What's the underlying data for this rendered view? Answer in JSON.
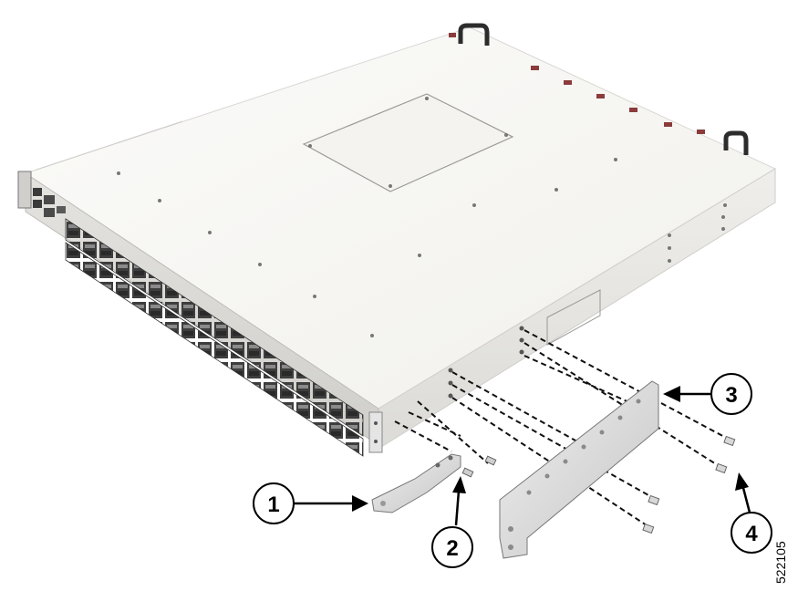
{
  "callouts": [
    {
      "label": "1",
      "part": "front-mount-bracket"
    },
    {
      "label": "2",
      "part": "front-bracket-screw"
    },
    {
      "label": "3",
      "part": "rear-mount-bracket"
    },
    {
      "label": "4",
      "part": "rear-bracket-screw"
    }
  ],
  "figure_id": "522105",
  "colors": {
    "chassis_top": "#f7f6f3",
    "chassis_side": "#e9e8e4",
    "port_dark": "#4a4a4a",
    "bracket": "#dcdcdc",
    "callout_line": "#000000"
  }
}
